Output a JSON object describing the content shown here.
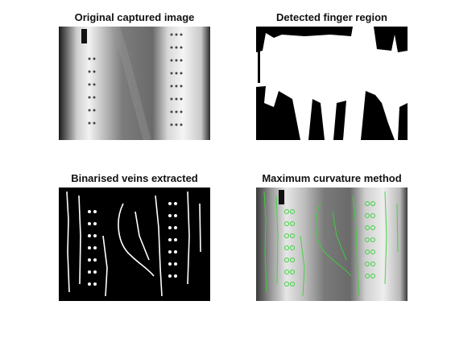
{
  "figure": {
    "panels": [
      {
        "title": "Original captured image"
      },
      {
        "title": "Detected finger region"
      },
      {
        "title": "Binarised veins extracted"
      },
      {
        "title": "Maximum curvature method"
      }
    ]
  },
  "colors": {
    "background": "#ffffff",
    "vein_overlay": "#39d43a"
  }
}
